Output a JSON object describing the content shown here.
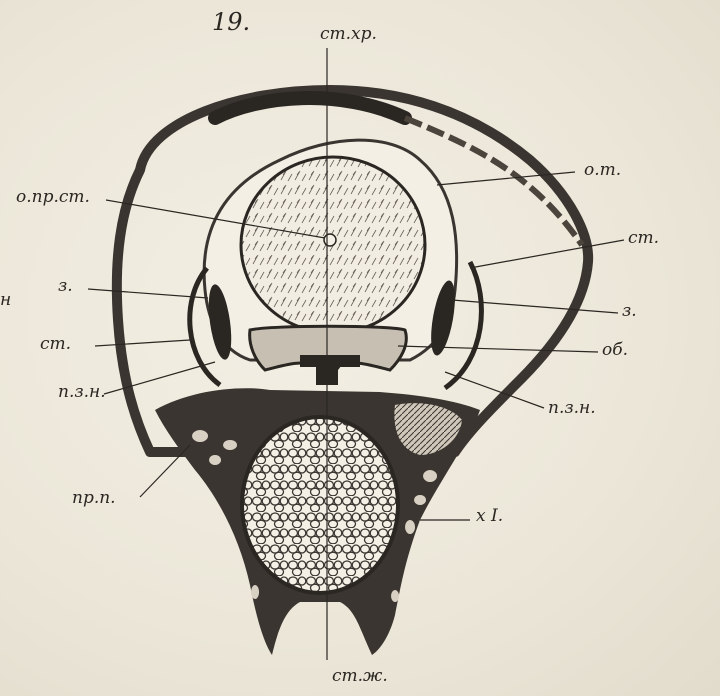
{
  "figure": {
    "number": "19.",
    "edge_mark": "н"
  },
  "labels": {
    "top_axis": "ст.хр.",
    "bottom_axis": "ст.ж.",
    "o_pr_st": "о.пр.ст.",
    "o_t": "о.т.",
    "st_right": "ст.",
    "z_left": "з.",
    "z_right": "з.",
    "st_left": "ст.",
    "ob": "об.",
    "p_z_n_left": "п.з.н.",
    "p_z_n_right": "п.з.н.",
    "pr_p": "пр.п.",
    "x_I": "х I."
  },
  "colors": {
    "paper": "#ebe6d9",
    "ink": "#2a2622",
    "tissue": "#3a3530"
  }
}
